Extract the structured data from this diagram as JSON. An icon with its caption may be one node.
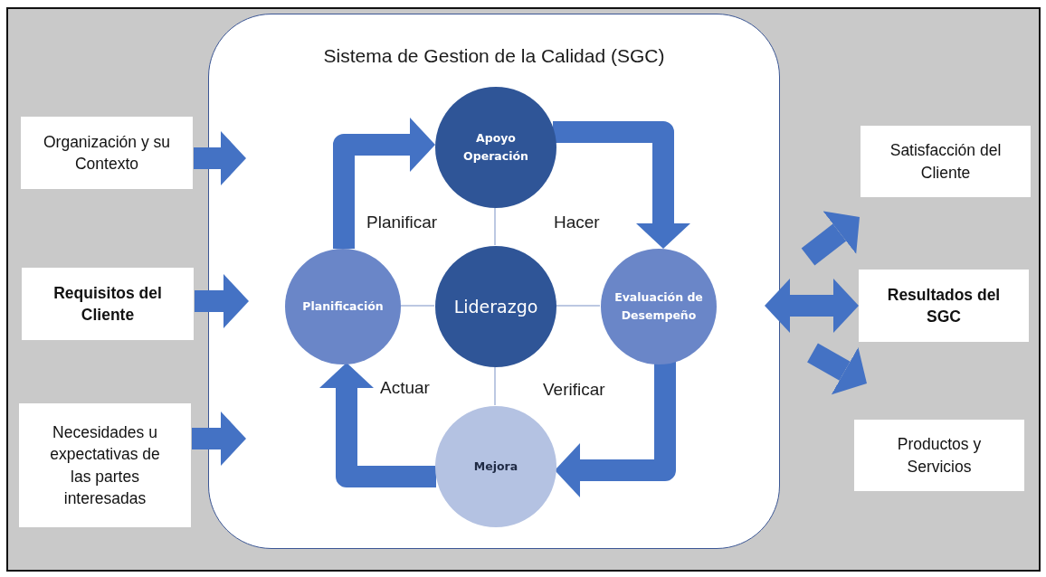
{
  "diagram": {
    "nodes": [
      {
        "text": [
          "Sistema de Gestion de la Calidad (SGC)"
        ]
      },
      {
        "text": [
          "Organización y su Contexto"
        ]
      },
      {
        "text": [
          "Requisitos del Cliente"
        ]
      },
      {
        "text": [
          "Necesidades u expectativas de las partes interesadas"
        ]
      },
      {
        "text": [
          "Apoyo Operación"
        ],
        "in": 0
      },
      {
        "text": [
          "Planificación"
        ],
        "in": 0
      },
      {
        "text": [
          "Liderazgo"
        ],
        "in": 0
      },
      {
        "text": [
          "Evaluación de Desempeño"
        ],
        "in": 0
      },
      {
        "text": [
          "Mejora"
        ],
        "in": 0
      },
      {
        "text": [
          "Satisfacción del Cliente"
        ]
      },
      {
        "text": [
          "Resultados del SGC"
        ]
      },
      {
        "text": [
          "Productos y Servicios"
        ]
      }
    ],
    "edges": [
      {
        "from": 1,
        "to": 0,
        "arrow": "to"
      },
      {
        "from": 2,
        "to": 0,
        "arrow": "to"
      },
      {
        "from": 3,
        "to": 0,
        "arrow": "to"
      },
      {
        "from": 5,
        "to": 4,
        "arrow": "to"
      },
      {
        "from": 4,
        "to": 7,
        "arrow": "to"
      },
      {
        "from": 7,
        "to": 8,
        "arrow": "to"
      },
      {
        "from": 8,
        "to": 5,
        "arrow": "to"
      },
      {
        "from": 6,
        "to": 4,
        "arrow": "none",
        "color": "#a6b6d8"
      },
      {
        "from": 6,
        "to": 5,
        "arrow": "none",
        "color": "#a6b6d8"
      },
      {
        "from": 6,
        "to": 7,
        "arrow": "none",
        "color": "#a6b6d8"
      },
      {
        "from": 6,
        "to": 8,
        "arrow": "none",
        "color": "#a6b6d8"
      },
      {
        "from": 0,
        "to": 10,
        "arrow": "both"
      },
      {
        "from": null,
        "to": 9,
        "arrow": "to"
      },
      {
        "from": null,
        "to": 11,
        "arrow": "to"
      }
    ],
    "labels": [
      "Planificar",
      "Hacer",
      "Actuar",
      "Verificar"
    ]
  }
}
